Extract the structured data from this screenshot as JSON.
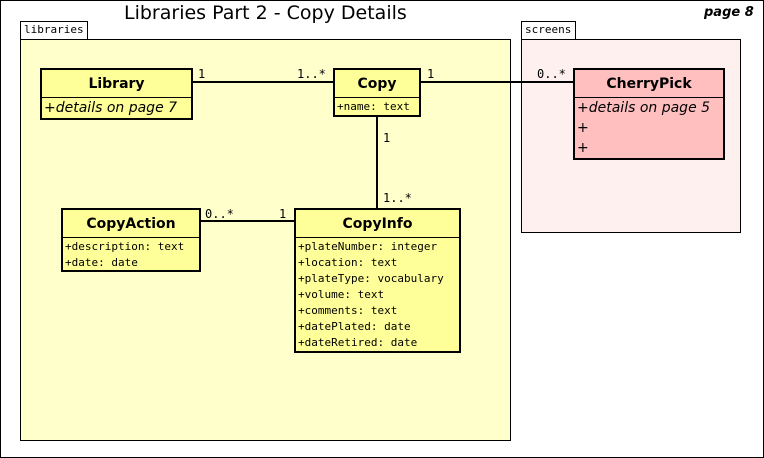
{
  "diagram": {
    "title": "Libraries Part 2 - Copy Details",
    "page_label": "page 8",
    "packages": {
      "libraries": "libraries",
      "screens": "screens"
    },
    "classes": {
      "library": {
        "name": "Library",
        "details": "+details on page 7"
      },
      "copy": {
        "name": "Copy",
        "attrs": [
          "+name: text"
        ]
      },
      "cherrypick": {
        "name": "CherryPick",
        "details": [
          "+details on page 5",
          "+",
          "+"
        ]
      },
      "copyaction": {
        "name": "CopyAction",
        "attrs": [
          "+description: text",
          "+date: date"
        ]
      },
      "copyinfo": {
        "name": "CopyInfo",
        "attrs": [
          "+plateNumber: integer",
          "+location: text",
          "+plateType: vocabulary",
          "+volume: text",
          "+comments: text",
          "+datePlated: date",
          "+dateRetired: date"
        ]
      }
    },
    "multiplicities": {
      "library_copy_library_end": "1",
      "library_copy_copy_end": "1..*",
      "copy_cherrypick_copy_end": "1",
      "copy_cherrypick_cherrypick_end": "0..*",
      "copy_copyinfo_copy_end": "1",
      "copy_copyinfo_copyinfo_end": "1..*",
      "copyaction_copyinfo_copyaction_end": "0..*",
      "copyaction_copyinfo_copyinfo_end": "1"
    },
    "colors": {
      "libraries_package_fill": "#ffffcc",
      "screens_package_fill": "#fff0f0",
      "class_fill_yellow": "#ffff99",
      "class_fill_pink": "#ffbfbf"
    }
  }
}
